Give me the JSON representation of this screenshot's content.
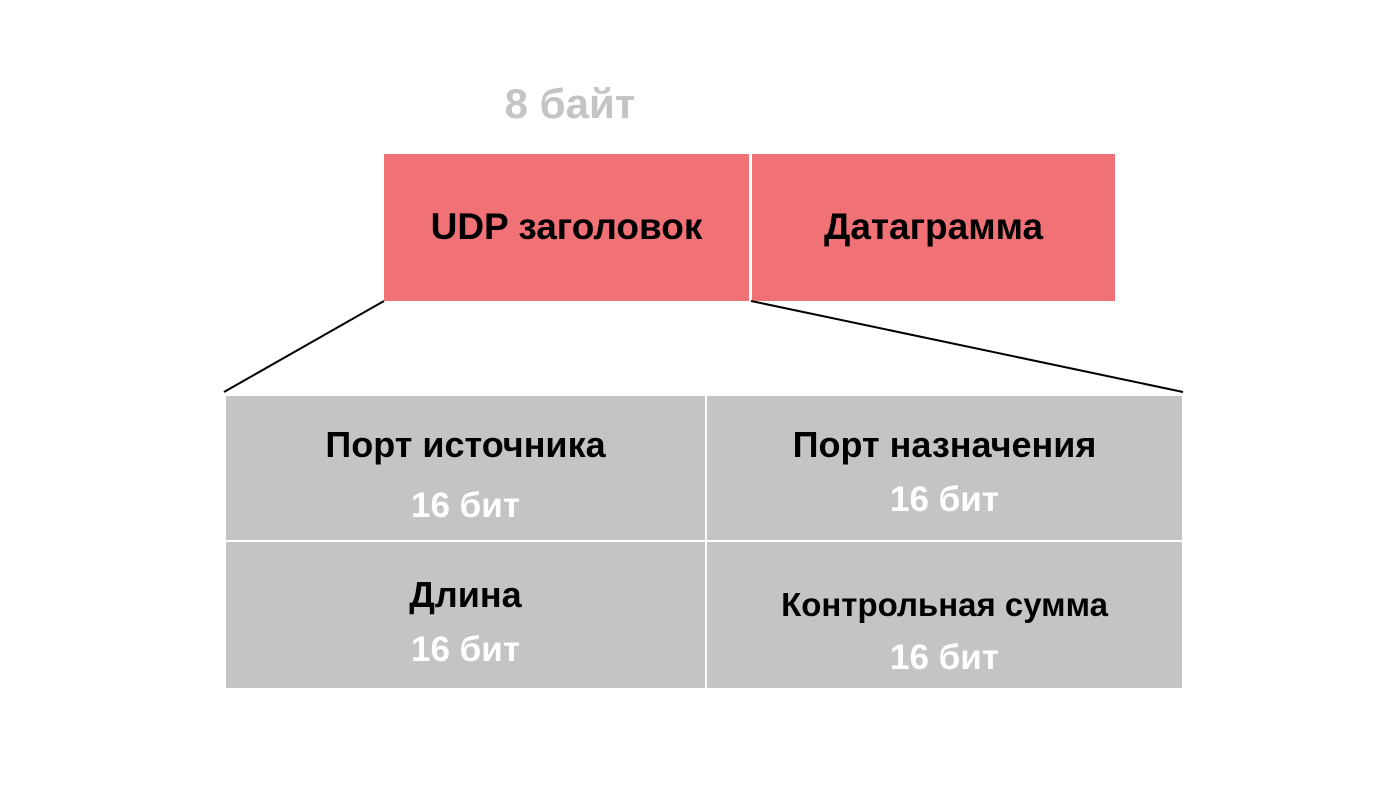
{
  "size_label": "8 байт",
  "packet": {
    "header": "UDP заголовок",
    "payload": "Датаграмма"
  },
  "fields": [
    {
      "name": "Порт источника",
      "size": "16 бит"
    },
    {
      "name": "Порт назначения",
      "size": "16 бит"
    },
    {
      "name": "Длина",
      "size": "16 бит"
    },
    {
      "name": "Контрольная сумма",
      "size": "16 бит"
    }
  ],
  "colors": {
    "packet": "#f07176",
    "fields": "#c4c4c4",
    "size_label": "#c4c4c4"
  }
}
